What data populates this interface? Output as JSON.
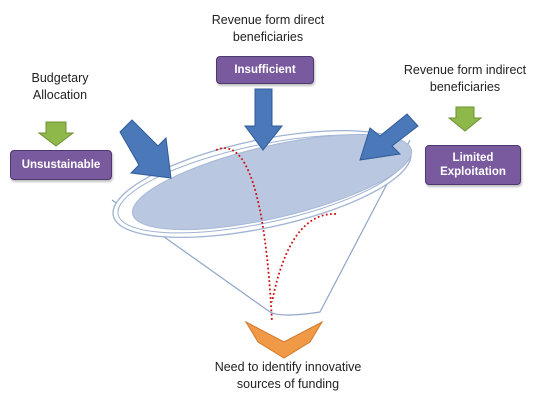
{
  "labels": {
    "direct": [
      "Revenue form direct",
      "beneficiaries"
    ],
    "budgetary": [
      "Budgetary",
      "Allocation"
    ],
    "indirect": [
      "Revenue form indirect",
      "beneficiaries"
    ],
    "outcome": [
      "Need to identify innovative",
      "sources of funding"
    ]
  },
  "status_boxes": {
    "insufficient": [
      "Insufficient"
    ],
    "unsustainable": [
      "Unsustainable"
    ],
    "limited": [
      "Limited",
      "Exploitation"
    ]
  },
  "colors": {
    "status_box": "#7a5a9e",
    "green_arrow": "#8fb84a",
    "blue_arrow": "#4a78b8",
    "funnel_disc": "#b9c7e0",
    "orange_chevron": "#f09a48",
    "flow_dots": "#cc1111"
  }
}
